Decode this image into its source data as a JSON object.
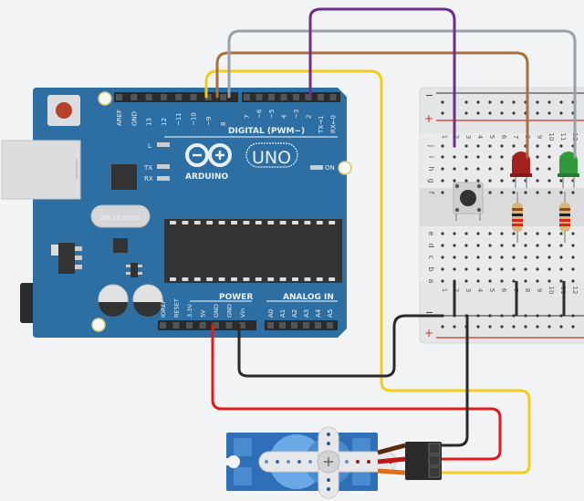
{
  "scene": {
    "title": "Arduino Uno servo and LED breadboard circuit",
    "background": "#f2f3f5"
  },
  "arduino": {
    "brand": "ARDUINO",
    "model": "UNO",
    "board_color": "#2e6fa3",
    "digital_header_label": "DIGITAL (PWM~)",
    "digital_pins_left": [
      "AREF",
      "GND",
      "13",
      "12",
      "~11",
      "~10",
      "~9",
      "8"
    ],
    "digital_pins_right": [
      "7",
      "~6",
      "~5",
      "4",
      "~3",
      "2",
      "TX→1",
      "RX←0"
    ],
    "power_header_label": "POWER",
    "power_pins": [
      "IOREF",
      "RESET",
      "3.3V",
      "5V",
      "GND",
      "GND",
      "Vin"
    ],
    "analog_header_label": "ANALOG IN",
    "analog_pins": [
      "A0",
      "A1",
      "A2",
      "A3",
      "A4",
      "A5"
    ],
    "led_labels": [
      "L",
      "TX",
      "RX"
    ],
    "on_label": "ON",
    "crystal_label": "SPK16.000G"
  },
  "breadboard": {
    "rail_minus": "−",
    "rail_plus": "+",
    "row_labels_top": [
      "j",
      "i",
      "h",
      "g",
      "f"
    ],
    "row_labels_bottom": [
      "e",
      "d",
      "c",
      "b",
      "a"
    ],
    "columns": [
      "1",
      "2",
      "3",
      "4",
      "5",
      "6",
      "7",
      "8",
      "9",
      "10",
      "11",
      "12"
    ]
  },
  "components": {
    "led_red": {
      "label": "Red LED",
      "color": "#a32020"
    },
    "led_green": {
      "label": "Green LED",
      "color": "#2e9a3a"
    },
    "pushbutton": {
      "label": "Pushbutton"
    },
    "resistors": [
      {
        "label": "Resistor 1"
      },
      {
        "label": "Resistor 2"
      }
    ],
    "servo": {
      "label": "Micro servo",
      "color": "#2e6fb8"
    }
  },
  "wires": [
    {
      "name": "yellow",
      "color": "#f2cd1d",
      "from": "~10",
      "to": "servo signal"
    },
    {
      "name": "brown",
      "color": "#a8713f",
      "from": "~9",
      "to": "breadboard col 8"
    },
    {
      "name": "gray",
      "color": "#9aa0a6",
      "from": "8",
      "to": "breadboard col 12"
    },
    {
      "name": "purple",
      "color": "#6e2f8c",
      "from": "2",
      "to": "breadboard col 2"
    },
    {
      "name": "black",
      "color": "#2a2a2a",
      "from": "GND",
      "to": "breadboard − rail"
    },
    {
      "name": "red",
      "color": "#e01b1b",
      "from": "5V",
      "to": "servo power"
    },
    {
      "name": "black-servo",
      "color": "#2a2a2a",
      "from": "breadboard − rail",
      "to": "servo ground"
    }
  ]
}
